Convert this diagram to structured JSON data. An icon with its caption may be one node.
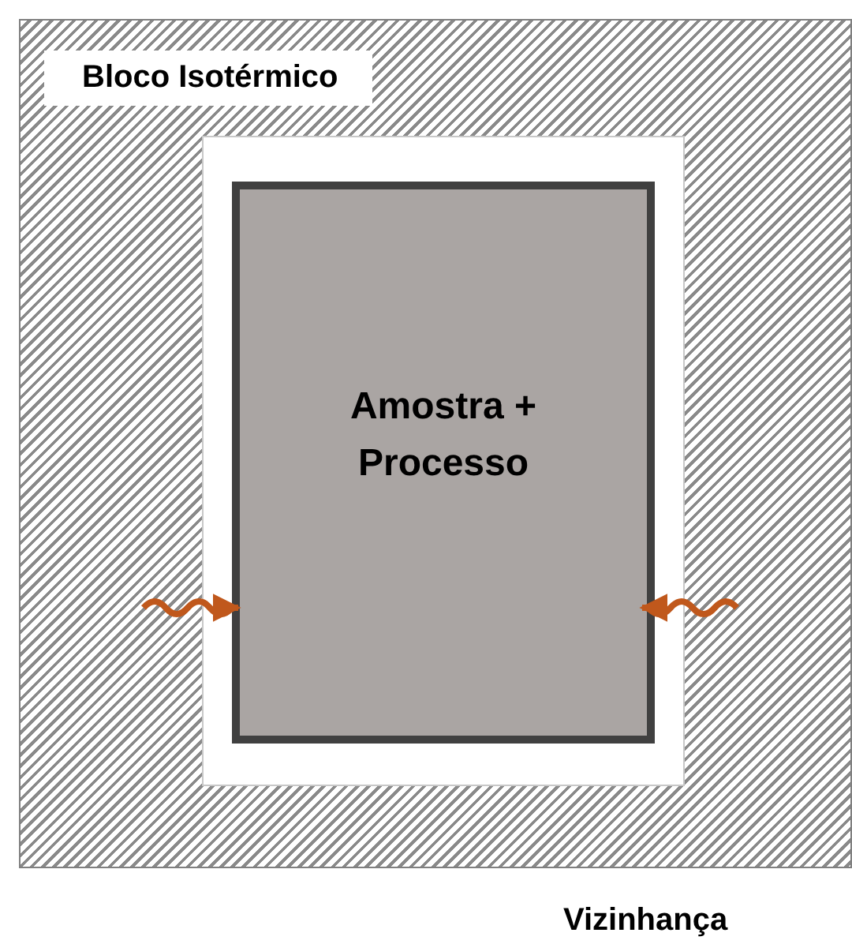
{
  "diagram": {
    "nodes": [
      {
        "text": [
          "Bloco Isotérmico"
        ]
      },
      {
        "text": [],
        "shape": "box",
        "in": 0
      },
      {
        "text": [
          "Amostra + Processo"
        ],
        "in": 1
      }
    ],
    "edges": [
      {
        "from": null,
        "to": 2,
        "arrow": "to"
      },
      {
        "from": null,
        "to": 2,
        "arrow": "to"
      }
    ],
    "labels": [
      "Vizinhança"
    ]
  }
}
